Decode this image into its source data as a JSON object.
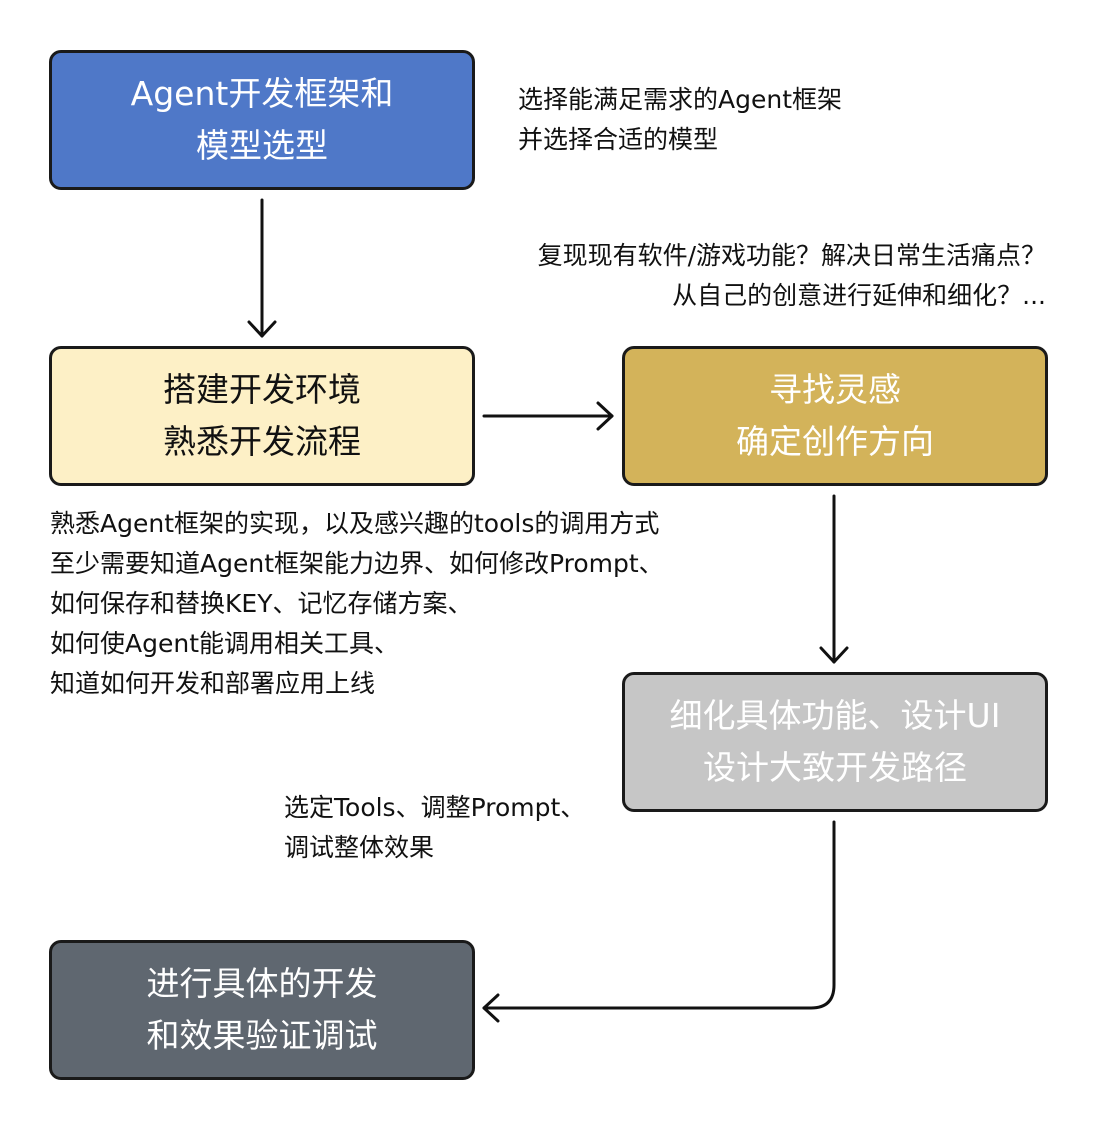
{
  "boxes": [
    {
      "id": "box-1",
      "lines": [
        "Agent开发框架和",
        "模型选型"
      ],
      "fill": "#4f78c8",
      "text_color": "#ffffff"
    },
    {
      "id": "box-2",
      "lines": [
        "搭建开发环境",
        "熟悉开发流程"
      ],
      "fill": "#fdf0c6",
      "text_color": "#111111"
    },
    {
      "id": "box-3",
      "lines": [
        "寻找灵感",
        "确定创作方向"
      ],
      "fill": "#d3b35a",
      "text_color": "#ffffff"
    },
    {
      "id": "box-4",
      "lines": [
        "细化具体功能、设计UI",
        "设计大致开发路径"
      ],
      "fill": "#c6c6c6",
      "text_color": "#ffffff"
    },
    {
      "id": "box-5",
      "lines": [
        "进行具体的开发",
        "和效果验证调试"
      ],
      "fill": "#5f6770",
      "text_color": "#ffffff"
    }
  ],
  "notes": [
    {
      "id": "note-1",
      "lines": [
        "选择能满足需求的Agent框架",
        "并选择合适的模型"
      ]
    },
    {
      "id": "note-2",
      "lines": [
        "复现现有软件/游戏功能？解决日常生活痛点？",
        "从自己的创意进行延伸和细化？..."
      ]
    },
    {
      "id": "note-3",
      "lines": [
        "熟悉Agent框架的实现，以及感兴趣的tools的调用方式",
        "至少需要知道Agent框架能力边界、如何修改Prompt、",
        "如何保存和替换KEY、记忆存储方案、",
        "如何使Agent能调用相关工具、",
        "知道如何开发和部署应用上线"
      ]
    },
    {
      "id": "note-4",
      "lines": [
        "选定Tools、调整Prompt、",
        "调试整体效果"
      ]
    }
  ],
  "edges": [
    {
      "from": "box-1",
      "to": "box-2"
    },
    {
      "from": "box-2",
      "to": "box-3"
    },
    {
      "from": "box-3",
      "to": "box-4"
    },
    {
      "from": "box-4",
      "to": "box-5"
    }
  ],
  "colors": {
    "stroke": "#111111",
    "border": "#1a1a1a"
  }
}
